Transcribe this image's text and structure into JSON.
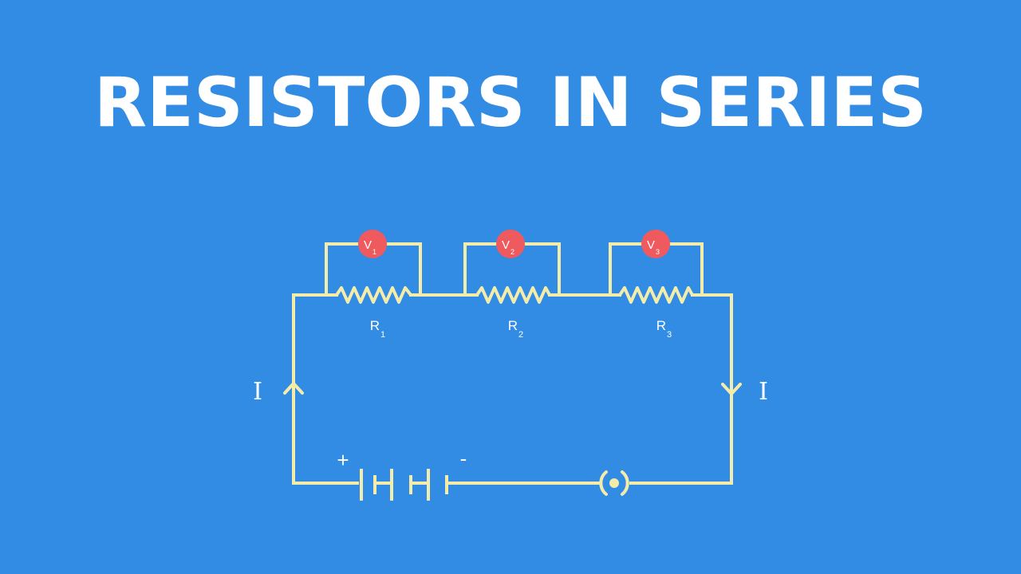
{
  "title": "RESISTORS IN SERIES",
  "colors": {
    "background": "#338ce4",
    "wire": "#f3ecaa",
    "meter": "#ef5a5f",
    "text": "#ffffff"
  },
  "resistors": [
    {
      "letter": "R",
      "sub": "1"
    },
    {
      "letter": "R",
      "sub": "2"
    },
    {
      "letter": "R",
      "sub": "3"
    }
  ],
  "voltmeters": [
    {
      "letter": "V",
      "sub": "1"
    },
    {
      "letter": "V",
      "sub": "2"
    },
    {
      "letter": "V",
      "sub": "3"
    }
  ],
  "current_label_left": "I",
  "current_label_right": "I",
  "battery": {
    "positive": "+",
    "negative": "-"
  },
  "icons": [
    "resistor-icon",
    "voltmeter-icon",
    "battery-icon",
    "switch-icon",
    "arrow-up-icon",
    "arrow-down-icon"
  ]
}
